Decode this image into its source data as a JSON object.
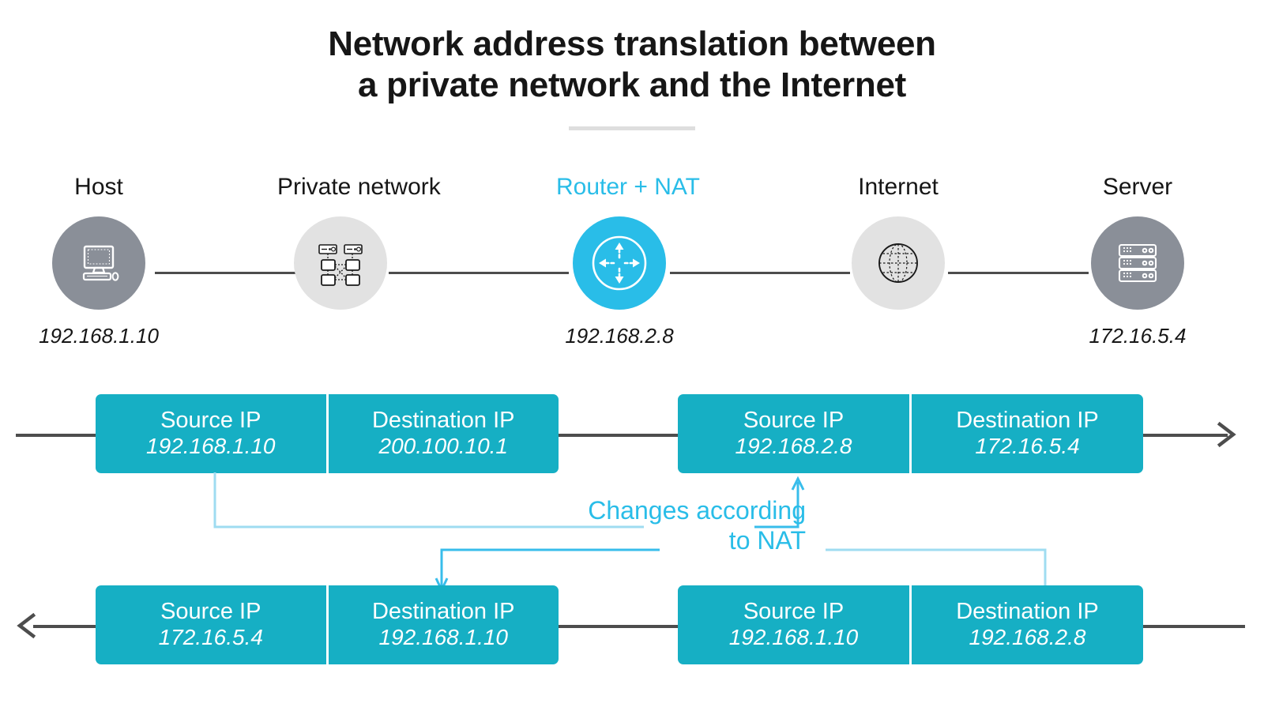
{
  "title": {
    "line1": "Network address translation between",
    "line2": "a private network and the Internet"
  },
  "colors": {
    "accent_cyan": "#29BDE8",
    "packet_teal": "#16AFC4",
    "node_dark": "#8a8f98",
    "node_light": "#e2e2e2",
    "line_gray": "#4d4d4d",
    "rule_gray": "#dedede",
    "text_dark": "#161616"
  },
  "nodes": [
    {
      "label": "Host",
      "ip": "192.168.1.10",
      "icon": "desktop-computer-icon",
      "circle": "dark",
      "accent": false
    },
    {
      "label": "Private network",
      "ip": "",
      "icon": "network-topology-icon",
      "circle": "light",
      "accent": false
    },
    {
      "label": "Router + NAT",
      "ip": "192.168.2.8",
      "icon": "router-arrows-icon",
      "circle": "cyan",
      "accent": true
    },
    {
      "label": "Internet",
      "ip": "",
      "icon": "globe-icon",
      "circle": "light",
      "accent": false
    },
    {
      "label": "Server",
      "ip": "172.16.5.4",
      "icon": "server-rack-icon",
      "circle": "dark",
      "accent": false
    }
  ],
  "packets": [
    {
      "id": "outbound-private",
      "fields": [
        {
          "label": "Source IP",
          "value": "192.168.1.10"
        },
        {
          "label": "Destination IP",
          "value": "200.100.10.1"
        }
      ]
    },
    {
      "id": "outbound-public",
      "fields": [
        {
          "label": "Source IP",
          "value": "192.168.2.8"
        },
        {
          "label": "Destination IP",
          "value": "172.16.5.4"
        }
      ]
    },
    {
      "id": "inbound-private",
      "fields": [
        {
          "label": "Source IP",
          "value": "172.16.5.4"
        },
        {
          "label": "Destination IP",
          "value": "192.168.1.10"
        }
      ]
    },
    {
      "id": "inbound-public",
      "fields": [
        {
          "label": "Source IP",
          "value": "192.168.1.10"
        },
        {
          "label": "Destination IP",
          "value": "192.168.2.8"
        }
      ]
    }
  ],
  "annotation": {
    "line1": "Changes according",
    "line2": "to NAT"
  }
}
